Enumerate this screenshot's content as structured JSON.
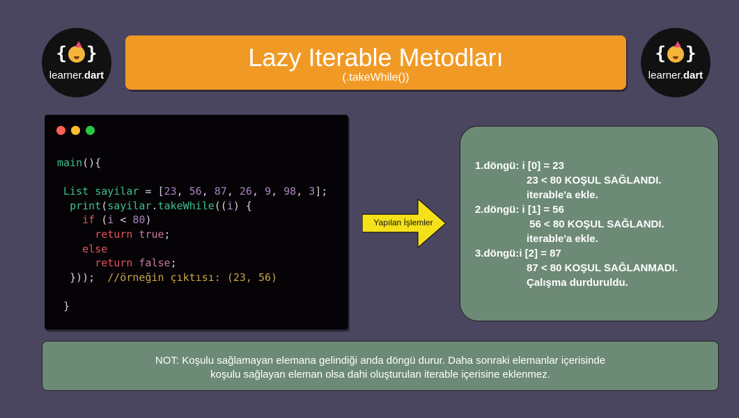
{
  "logo": {
    "braces_left": "{",
    "braces_right": "}",
    "brand_prefix": "learner.",
    "brand_suffix": "dart"
  },
  "title": {
    "main": "Lazy Iterable Metodları",
    "sub": "(.takeWhile())"
  },
  "code": {
    "line1_fn": "main",
    "line1_rest": "(){",
    "list_type": "List",
    "list_var": "sayilar",
    "list_values": [
      "23",
      "56",
      "87",
      "26",
      "9",
      "98",
      "3"
    ],
    "print_fn": "print",
    "print_obj": "sayilar",
    "print_method": "takeWhile",
    "lambda_param": "i",
    "if_kw": "if",
    "if_var": "i",
    "if_op": "<",
    "if_num": "80",
    "return_kw": "return",
    "true_kw": "true",
    "else_kw": "else",
    "false_kw": "false",
    "close_line": "}));",
    "comment": "//örneğin çıktısı: (23, 56)",
    "close_brace": "}"
  },
  "arrow": {
    "label": "Yapılan İşlemler",
    "color": "#f5e11a"
  },
  "steps": [
    "1.döngü: i [0] = 23",
    "23 < 80 KOŞUL SAĞLANDI.",
    "iterable'a ekle.",
    "2.döngü: i [1] = 56",
    " 56 < 80 KOŞUL SAĞLANDI.",
    "iterable'a ekle.",
    "3.döngü:i [2] = 87",
    "87 < 80 KOŞUL SAĞLANMADI.",
    "Çalışma durduruldu."
  ],
  "note": {
    "line1": "NOT: Koşulu sağlamayan elemana gelindiği anda döngü durur. Daha sonraki elemanlar içerisinde",
    "line2": "koşulu sağlayan eleman olsa dahi oluşturulan iterable içerisine eklenmez."
  },
  "colors": {
    "background": "#4a4660",
    "banner": "#f09a25",
    "box": "#6d8a76",
    "code_bg": "#060307"
  }
}
